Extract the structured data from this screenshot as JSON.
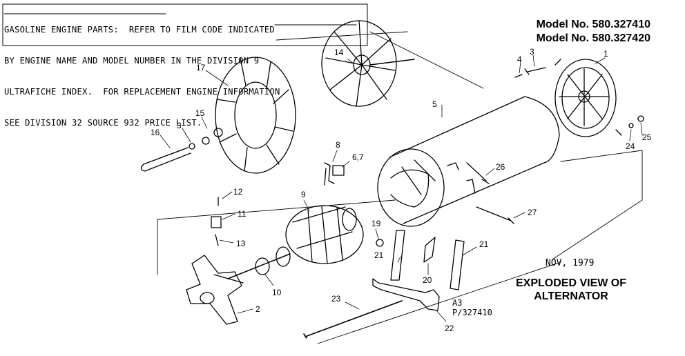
{
  "header_note": {
    "lines": [
      "GASOLINE ENGINE PARTS:  REFER TO FILM CODE INDICATED",
      "BY ENGINE NAME AND MODEL NUMBER IN THE DIVISION 9",
      "ULTRAFICHE INDEX.  FOR REPLACEMENT ENGINE INFORMATION",
      "SEE DIVISION 32 SOURCE 932 PRICE LIST."
    ]
  },
  "models": [
    "Model No. 580.327410",
    "Model No. 580.327420"
  ],
  "date": "NOV, 1979",
  "title": [
    "EXPLODED VIEW OF",
    "ALTERNATOR"
  ],
  "reference": [
    "A3",
    "P/327410"
  ],
  "part_labels": {
    "p1": "1",
    "p2": "2",
    "p3a": "3",
    "p3b": "3",
    "p4": "4",
    "p5": "5",
    "p6_7": "6,7",
    "p8": "8",
    "p9": "9",
    "p10": "10",
    "p11": "11",
    "p12": "12",
    "p13": "13",
    "p14": "14",
    "p15": "15",
    "p16": "16",
    "p17": "17",
    "p19": "19",
    "p20": "20",
    "p21a": "21",
    "p21b": "21",
    "p22": "22",
    "p23": "23",
    "p24": "24",
    "p25": "25",
    "p26": "26",
    "p27": "27"
  }
}
